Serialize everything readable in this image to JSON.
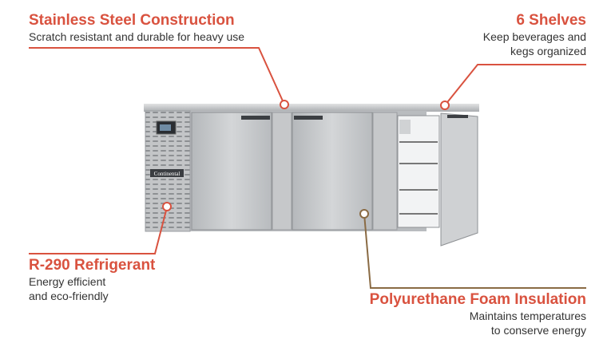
{
  "colors": {
    "red": "#d9523f",
    "brown": "#8a6b44",
    "steel": "#c9cbcd",
    "text": "#333333"
  },
  "callouts": {
    "stainless": {
      "title": "Stainless Steel Construction",
      "desc": "Scratch resistant and durable for heavy use"
    },
    "shelves": {
      "title": "6 Shelves",
      "desc_lines": [
        "Keep beverages and",
        "kegs organized"
      ]
    },
    "refrigerant": {
      "title": "R-290 Refrigerant",
      "desc_lines": [
        "Energy efficient",
        "and eco-friendly"
      ]
    },
    "foam": {
      "title": "Polyurethane Foam Insulation",
      "desc_lines": [
        "Maintains temperatures",
        "to conserve energy"
      ]
    }
  },
  "product": {
    "brand_badge": "Continental",
    "icon": "back-bar-refrigerator-icon"
  }
}
